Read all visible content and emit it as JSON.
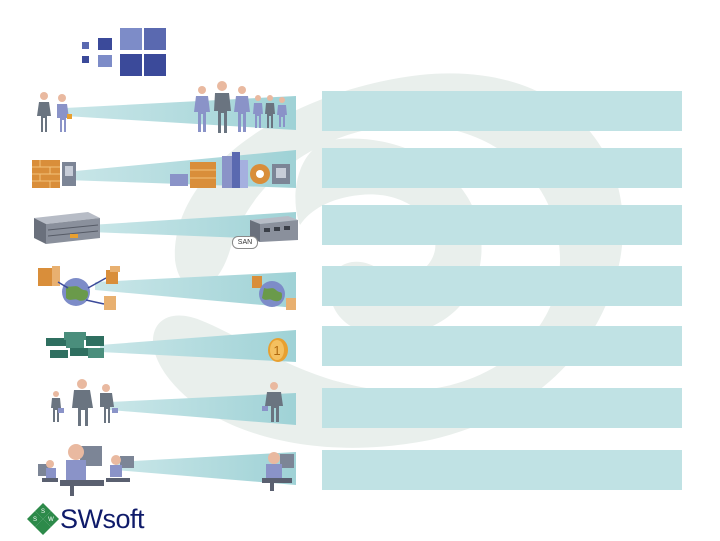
{
  "logo": {
    "text": "SWsoft",
    "icon": "swsoft-diamond-logo"
  },
  "windows_icon": {
    "name": "windows-grid-icon"
  },
  "san_label": "SAN",
  "rows": [
    {
      "left_icon": "people-group-icon",
      "right_icon": "crowd-icon"
    },
    {
      "left_icon": "firewall-icon",
      "right_icon": "datacenter-icon"
    },
    {
      "left_icon": "server-icon",
      "right_icon": "san-storage-icon"
    },
    {
      "left_icon": "network-globe-icon",
      "right_icon": "globe-icon"
    },
    {
      "left_icon": "money-stack-icon",
      "right_icon": "coin-icon"
    },
    {
      "left_icon": "admins-icon",
      "right_icon": "single-admin-icon"
    },
    {
      "left_icon": "workstations-icon",
      "right_icon": "single-workstation-icon"
    }
  ],
  "colors": {
    "bar": "#c0e2e4",
    "accent": "#3b4a9a",
    "logo_text": "#0f1b6a",
    "beam": "#b9dfe2"
  }
}
